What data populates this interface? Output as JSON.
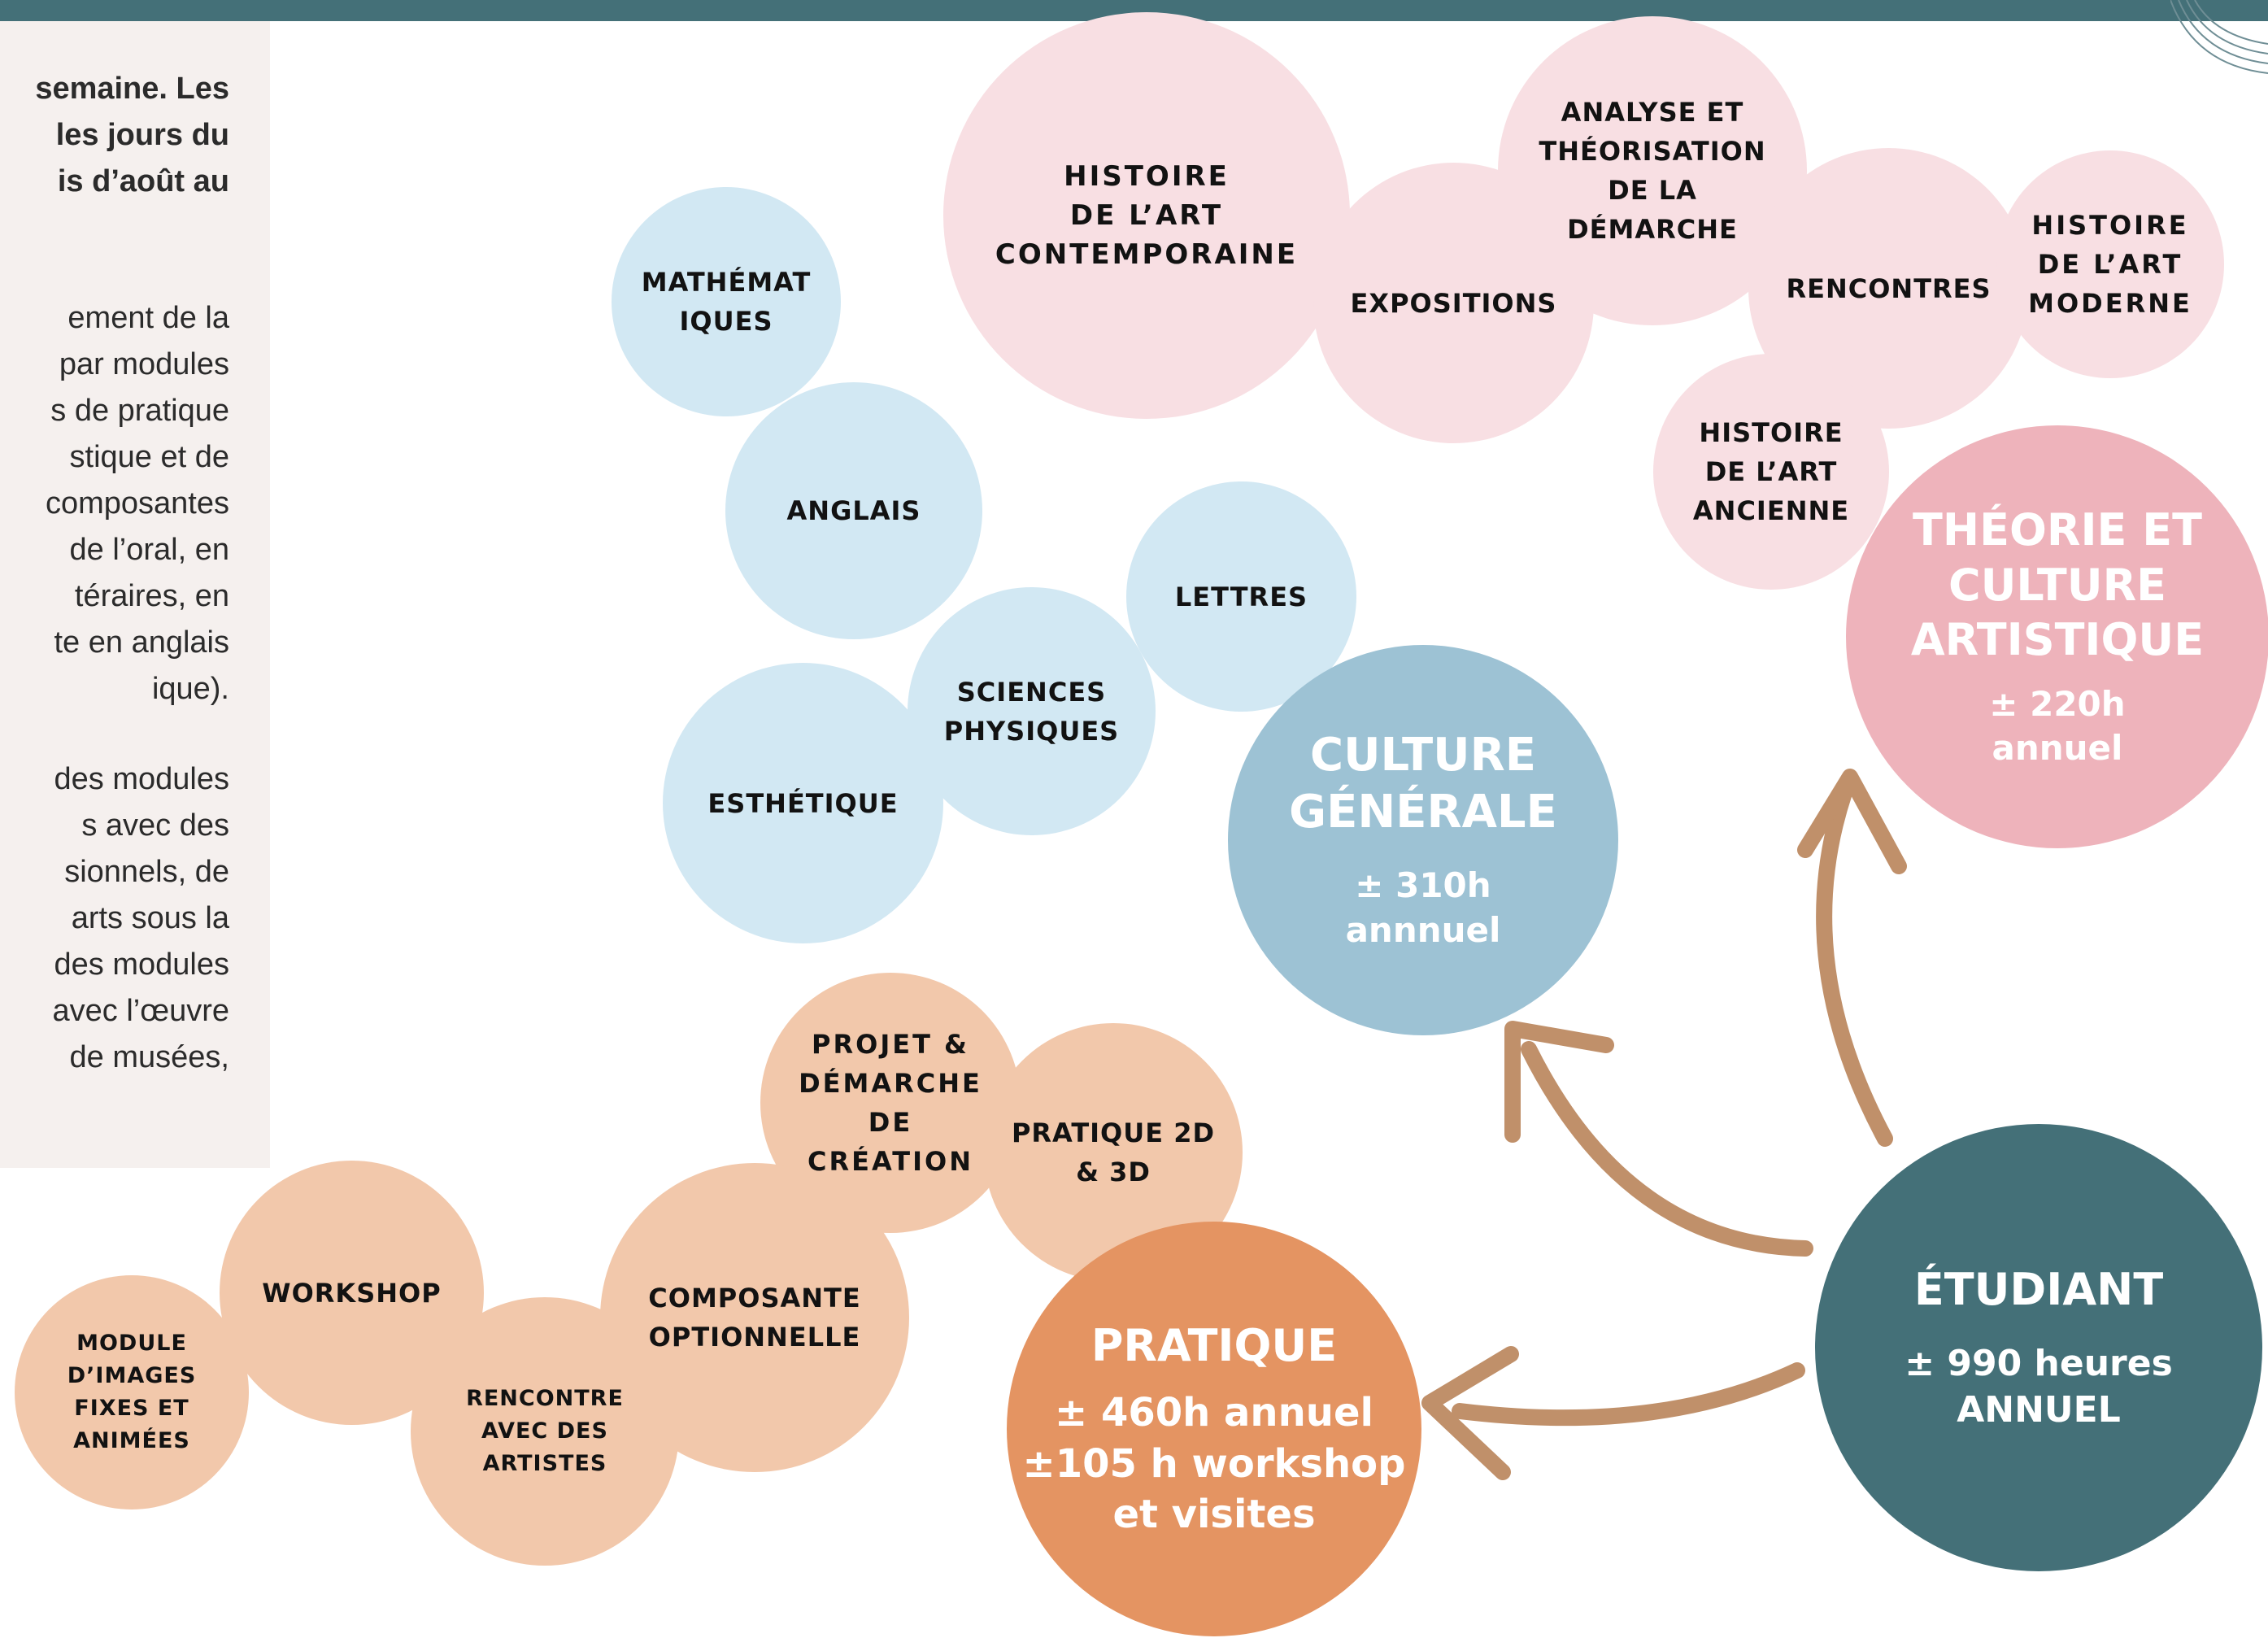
{
  "colors": {
    "top_bar": "#447078",
    "side_panel": "#f5f0ee",
    "theory_bubbles": "#f8dfe3",
    "culture_bubbles": "#d2e8f3",
    "practice_bubbles": "#f2c8ab",
    "hub_student": "#447078",
    "hub_culture": "#9dc2d4",
    "hub_theory": "#eeb3bb",
    "hub_practice": "#e49462",
    "arrows": "#c0906a"
  },
  "side_panel": {
    "lines": [
      "semaine. Les",
      "les jours du",
      "is d’août au",
      "ement de la",
      "par modules",
      "s de pratique",
      "stique et de",
      "composantes",
      "de l’oral, en",
      "téraires, en",
      "te en anglais",
      "ique).",
      "des modules",
      "s avec des",
      "sionnels, de",
      "arts sous la",
      "des modules",
      "avec l’œuvre",
      "de musées,"
    ]
  },
  "hubs": {
    "student": {
      "title": "ÉTUDIANT",
      "subtitle": "± 990 heures\nANNUEL"
    },
    "culture": {
      "title": "CULTURE\nGÉNÉRALE",
      "subtitle": "± 310h\nannnuel"
    },
    "theory": {
      "title": "THÉORIE ET\nCULTURE\nARTISTIQUE",
      "subtitle": "± 220h\nannuel"
    },
    "practice": {
      "title": "PRATIQUE",
      "subtitle": "± 460h annuel\n±105 h  workshop\net visites"
    }
  },
  "theory_bubbles": [
    "HISTOIRE\nDE L’ART\nCONTEMPORAINE",
    "EXPOSITIONS",
    "ANALYSE ET\nTHÉORISATION\nDE LA\nDÉMARCHE",
    "RENCONTRES",
    "HISTOIRE\nDE L’ART\nMODERNE",
    "HISTOIRE\nDE L’ART\nANCIENNE"
  ],
  "culture_bubbles": [
    "MATHÉMAT\nIQUES",
    "ANGLAIS",
    "LETTRES",
    "SCIENCES\nPHYSIQUES",
    "ESTHÉTIQUE"
  ],
  "practice_bubbles": [
    "PROJET &\nDÉMARCHE\nDE\nCRÉATION",
    "PRATIQUE 2D\n& 3D",
    "COMPOSANTE\nOPTIONNELLE",
    "WORKSHOP",
    "RENCONTRE\nAVEC DES\nARTISTES",
    "MODULE\nD’IMAGES\nFIXES ET\nANIMÉES"
  ]
}
